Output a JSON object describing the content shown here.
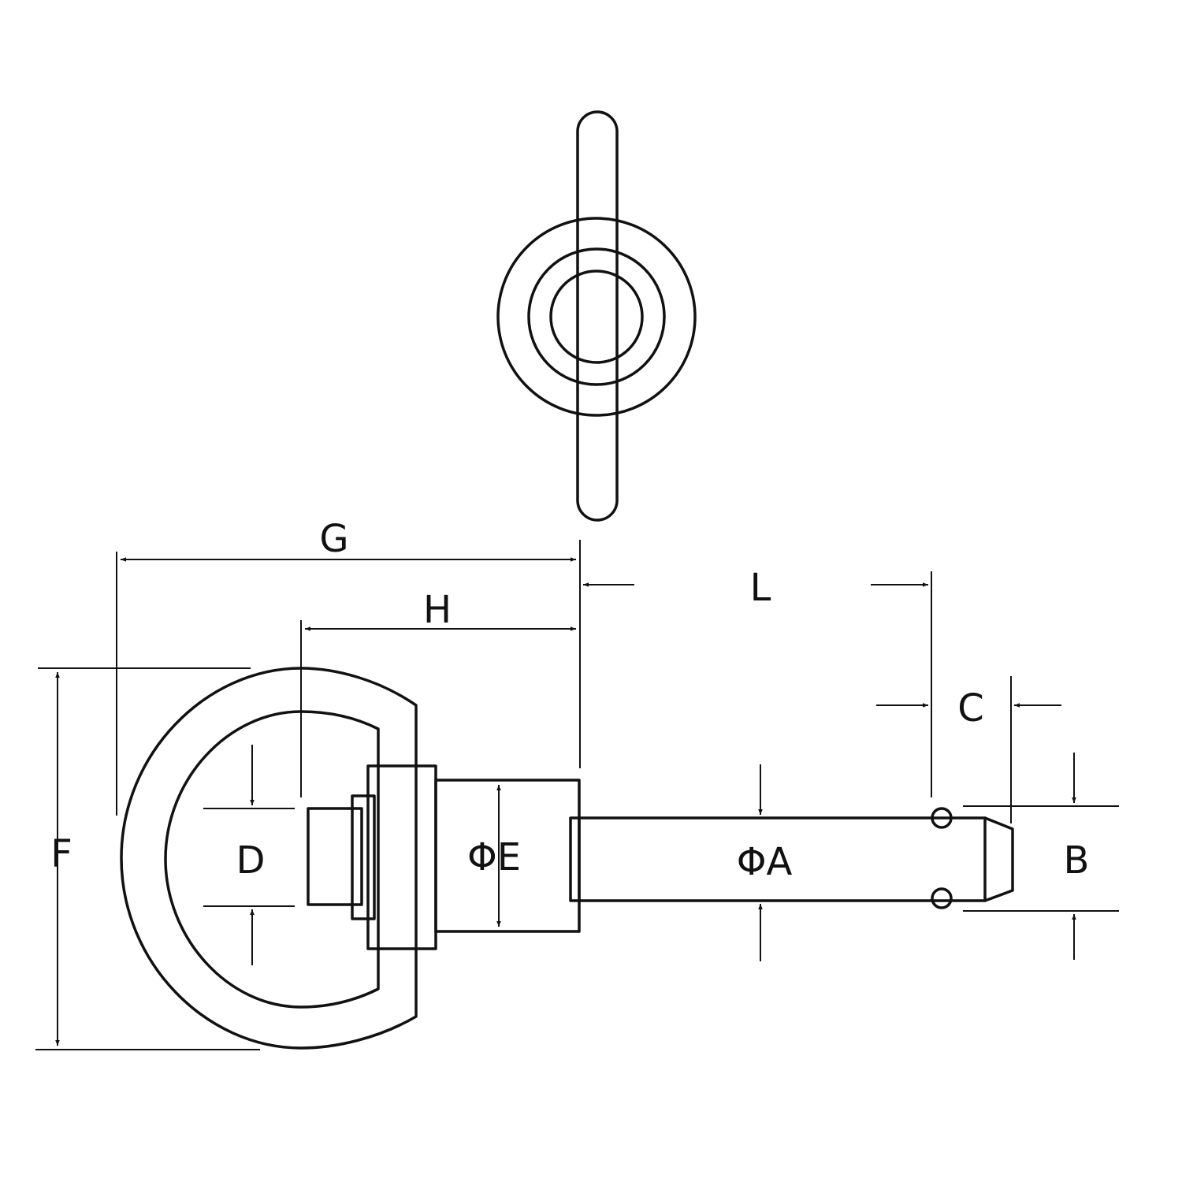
{
  "labels": {
    "G": "G",
    "H": "H",
    "L": "L",
    "C": "C",
    "F": "F",
    "D": "D",
    "E": "ΦE",
    "A": "ΦA",
    "B": "B"
  },
  "colors": {
    "line": "#111111",
    "background": "#ffffff"
  }
}
